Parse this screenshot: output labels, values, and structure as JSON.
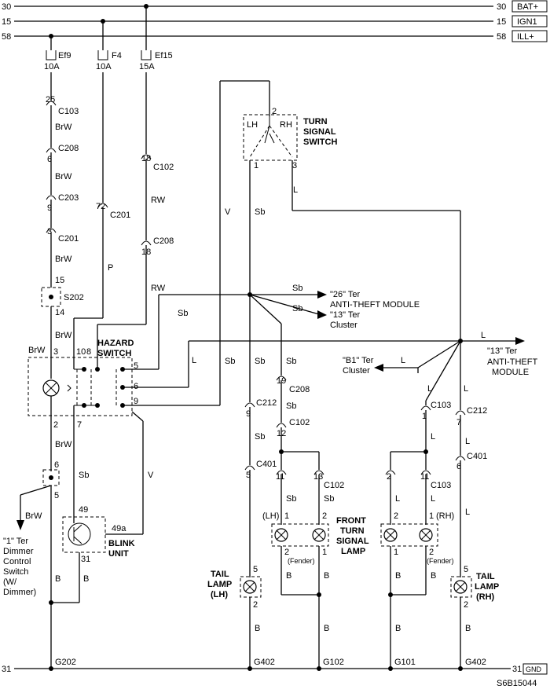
{
  "rails": {
    "r30": "30",
    "r15": "15",
    "r58": "58",
    "r31": "31",
    "bat": "BAT+",
    "ign": "IGN1",
    "ill": "ILL+",
    "gnd": "GND"
  },
  "fuses": [
    {
      "name": "Ef9",
      "rating": "10A"
    },
    {
      "name": "F4",
      "rating": "10A"
    },
    {
      "name": "Ef15",
      "rating": "15A"
    }
  ],
  "connectors": {
    "c103_25": "25",
    "c103": "C103",
    "c208_6": "6",
    "c208": "C208",
    "c203_9": "9",
    "c203": "C203",
    "c201_3": "3",
    "c201": "C201",
    "c201_72": "72",
    "c201b": "C201",
    "c102_18": "18",
    "c102": "C102",
    "c208_18": "18",
    "c208b": "C208",
    "s202_15": "15",
    "s202": "S202",
    "s202_14": "14",
    "c208_19": "19",
    "c208c": "C208",
    "c212_9": "9",
    "c212": "C212",
    "c102_12": "12",
    "c102b": "C102",
    "c401_5": "5",
    "c401": "C401",
    "c401_11": "11",
    "c102_13": "13",
    "c102c": "C102",
    "c103_1": "1",
    "c103b": "C103",
    "c212_7": "7",
    "c212b": "C212",
    "c401_6": "6",
    "c401b": "C401",
    "c103_2": "2",
    "c103_11": "11",
    "c103c": "C103",
    "dim_6": "6",
    "dim_5": "5"
  },
  "wires": {
    "brw": "BrW",
    "p": "P",
    "rw": "RW",
    "v": "V",
    "sb": "Sb",
    "l": "L",
    "b": "B"
  },
  "hazard": {
    "title1": "HAZARD",
    "title2": "SWITCH",
    "p3": "3",
    "p10": "10",
    "p8": "8",
    "p5": "5",
    "p6": "6",
    "p9": "9",
    "p2": "2",
    "p7": "7"
  },
  "turn_switch": {
    "title1": "TURN",
    "title2": "SIGNAL",
    "title3": "SWITCH",
    "lh": "LH",
    "rh": "RH",
    "p2": "2",
    "p1": "1",
    "p3": "3"
  },
  "blink": {
    "title1": "BLINK",
    "title2": "UNIT",
    "p49": "49",
    "p49a": "49a",
    "p31": "31"
  },
  "refs": {
    "ter26": "\"26\" Ter",
    "anti_theft": "ANTI-THEFT MODULE",
    "ter13": "\"13\" Ter",
    "cluster": "Cluster",
    "ter13b": "\"13\" Ter",
    "anti_theft_b1": "ANTI-THEFT",
    "anti_theft_b2": "MODULE",
    "terb1": "\"B1\" Ter",
    "cluster_b": "Cluster",
    "dim1": "\"1\" Ter",
    "dim2": "Dimmer",
    "dim3": "Control",
    "dim4": "Switch",
    "dim5": "(W/",
    "dim6": "Dimmer)"
  },
  "front_lamp": {
    "title1": "FRONT",
    "title2": "TURN",
    "title3": "SIGNAL",
    "title4": "LAMP",
    "lh": "(LH)",
    "rh": "(RH)",
    "fender": "(Fender)",
    "p1": "1",
    "p2": "2"
  },
  "tail_lh": {
    "t1": "TAIL",
    "t2": "LAMP",
    "t3": "(LH)",
    "p5": "5",
    "p2": "2"
  },
  "tail_rh": {
    "t1": "TAIL",
    "t2": "LAMP",
    "t3": "(RH)",
    "p5": "5",
    "p2": "2"
  },
  "grounds": [
    "G202",
    "G402",
    "G102",
    "G101",
    "G402"
  ],
  "diagram_code": "S6B15044"
}
